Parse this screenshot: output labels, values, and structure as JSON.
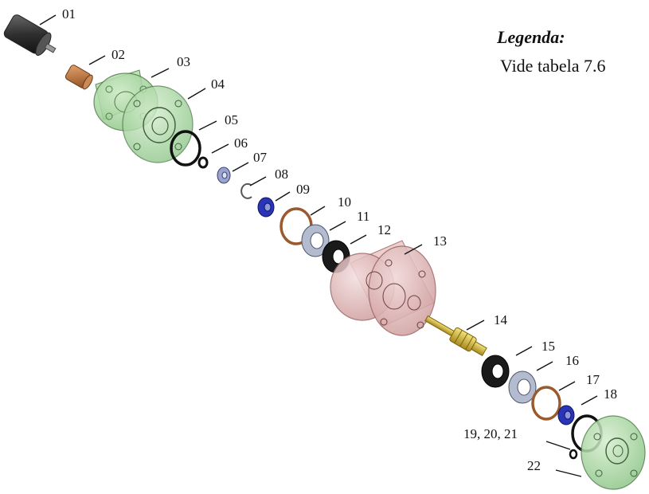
{
  "legend": {
    "title": "Legenda:",
    "text": "Vide tabela 7.6"
  },
  "parts": [
    {
      "label": "01",
      "icon": "motor-cylinder-icon"
    },
    {
      "label": "02",
      "icon": "coupling-sleeve-icon"
    },
    {
      "label": "03",
      "icon": "front-housing-icon"
    },
    {
      "label": "04",
      "icon": "flange-plate-icon"
    },
    {
      "label": "05",
      "icon": "o-ring-icon"
    },
    {
      "label": "06",
      "icon": "small-o-ring-icon"
    },
    {
      "label": "07",
      "icon": "bearing-icon"
    },
    {
      "label": "08",
      "icon": "retaining-ring-icon"
    },
    {
      "label": "09",
      "icon": "bushing-icon"
    },
    {
      "label": "10",
      "icon": "gasket-icon"
    },
    {
      "label": "11",
      "icon": "washer-icon"
    },
    {
      "label": "12",
      "icon": "seal-icon"
    },
    {
      "label": "13",
      "icon": "main-body-icon"
    },
    {
      "label": "14",
      "icon": "shaft-icon"
    },
    {
      "label": "15",
      "icon": "seal-icon"
    },
    {
      "label": "16",
      "icon": "washer-icon"
    },
    {
      "label": "17",
      "icon": "gasket-icon"
    },
    {
      "label": "18",
      "icon": "bushing-icon"
    },
    {
      "label": "19, 20, 21",
      "icon": "o-ring-set-icon"
    },
    {
      "label": "22",
      "icon": "rear-cover-icon"
    }
  ],
  "colors": {
    "green_housing": "#9fd39a",
    "pink_body": "#e2b4b4",
    "black": "#111111",
    "copper": "#b06a3c",
    "blue_bushing": "#2a34b8",
    "grey_washer": "#aab3c8",
    "brass": "#c9b23a"
  }
}
